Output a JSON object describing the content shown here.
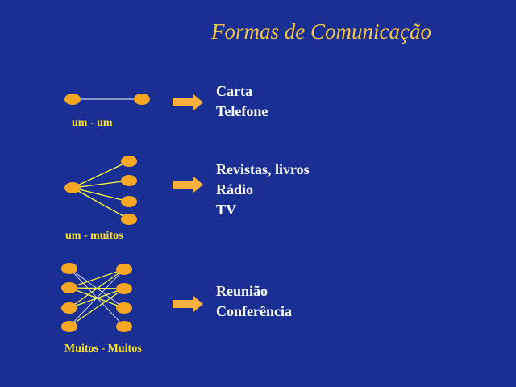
{
  "title": "Formas de Comunicação",
  "colors": {
    "background": "#1a2f93",
    "title": "#f6c545",
    "node": "#f5a623",
    "line_one_one": "#ffffff",
    "line_one_many": "#ffff44",
    "line_many_many": "#ffffff",
    "arrow": "#fbb040",
    "label": "#ffe020",
    "media_text": "#ffffff"
  },
  "rows": [
    {
      "label": "um - um",
      "media": [
        "Carta",
        "Telefone"
      ]
    },
    {
      "label": "um - muitos",
      "media": [
        "Revistas, livros",
        "Rádio",
        "TV"
      ]
    },
    {
      "label": "Muitos - Muitos",
      "media": [
        "Reunião",
        "Conferência"
      ]
    }
  ]
}
